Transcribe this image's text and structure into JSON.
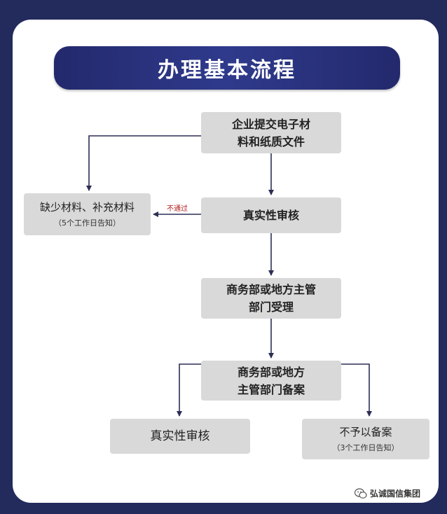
{
  "title": "办理基本流程",
  "nodes": {
    "submit": {
      "line1": "企业提交电子材",
      "line2": "料和纸质文件"
    },
    "supplement": {
      "line1": "缺少材料、补充材料",
      "note": "（5个工作日告知）"
    },
    "verify": {
      "label": "真实性审核"
    },
    "accept": {
      "line1": "商务部或地方主管",
      "line2": "部门受理"
    },
    "record": {
      "line1": "商务部或地方",
      "line2": "主管部门备案"
    },
    "verify2": {
      "label": "真实性审核"
    },
    "reject": {
      "line1": "不予以备案",
      "note": "（3个工作日告知）"
    }
  },
  "edges": {
    "fail_label": "不通过"
  },
  "colors": {
    "background": "#232a5c",
    "title_bar": "#2a3480",
    "node_fill": "#d9d9d9",
    "arrow": "#2b2f55",
    "fail_label": "#b02020"
  },
  "watermark": {
    "icon": "wechat-icon",
    "text": "弘诚国信集团"
  }
}
